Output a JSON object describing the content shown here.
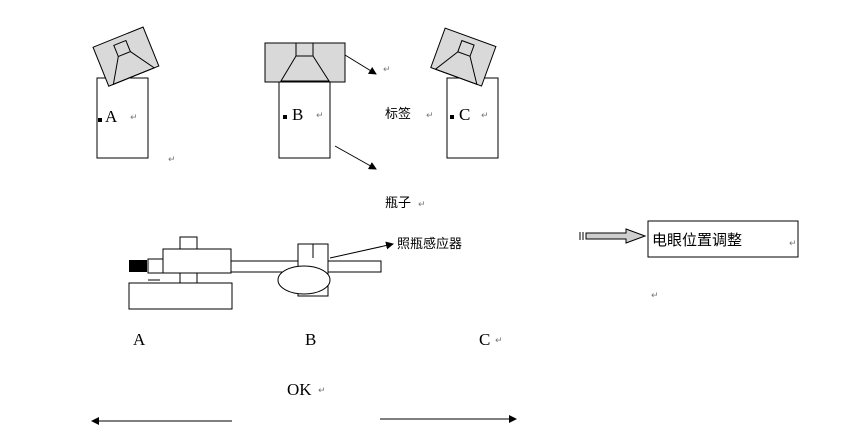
{
  "bottles": [
    {
      "label": "A",
      "return_mark": "↵"
    },
    {
      "label": "B",
      "return_mark": "↵"
    },
    {
      "label": "C",
      "return_mark": "↵"
    }
  ],
  "labels": {
    "label_tag": "标签",
    "bottle": "瓶子",
    "sensor": "照瓶感应器",
    "eye_adjust": "电眼位置调整",
    "return_mark": "↵"
  },
  "bottom": {
    "positions": [
      "A",
      "B",
      "C"
    ],
    "c_return_mark": "↵",
    "ok": "OK",
    "ok_return_mark": "↵"
  },
  "colors": {
    "label_fill": "#d9d9d9",
    "line": "#000000",
    "arrow_fill": "#cfcfcf"
  }
}
